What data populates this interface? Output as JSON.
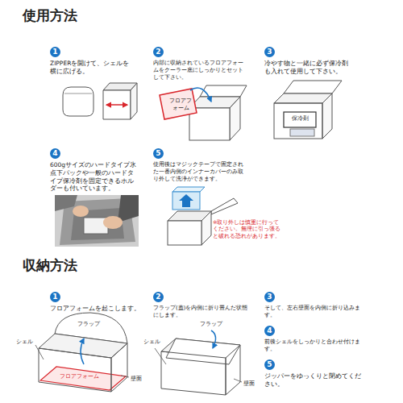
{
  "diagram": {
    "nodes": [
      {
        "text": [
          "1",
          "ZIPPERを開けて、シェルを横に広げる。"
        ]
      },
      {
        "text": [
          "2",
          "内部に収納されているフロアフォームをクーラー底にしっかりとセットして下さい。"
        ]
      },
      {
        "text": [
          "3",
          "冷やす物と一緒に必ず保冷剤も入れて使用して下さい。"
        ]
      },
      {
        "text": [
          "4",
          "600gサイズのハードタイプ氷点下パックや一般のハードタイプ保冷剤を固定できるホルダーも付いています。"
        ]
      },
      {
        "text": [
          "5",
          "使用後はマジックテープで固定された一番内側のインナーカバーのみ取り外して洗浄ができます。"
        ]
      },
      {
        "text": [
          "1",
          "フロアフォームを起こします。"
        ]
      },
      {
        "text": [
          "2",
          "フラップ(蓋)を内側に折り畳んだ状態にします。"
        ]
      },
      {
        "text": [
          "3",
          "そして、左右壁面を内側に折り込みます。"
        ]
      },
      {
        "text": [
          "4",
          "前後シェルをしっかりと合わせ付けます。"
        ]
      },
      {
        "text": [
          "5",
          "ジッパーをゆっくりと閉めてください。"
        ]
      }
    ],
    "labels": [
      "使用方法",
      "フロアフォーム",
      "保冷剤",
      "※取り外しは慎重に行ってください。無理に引っ張ると破れる恐れがあります。",
      "収納方法",
      "フラップ",
      "シェル",
      "壁面",
      "フロアフォーム",
      "フラップ",
      "シェル",
      "壁面"
    ]
  }
}
